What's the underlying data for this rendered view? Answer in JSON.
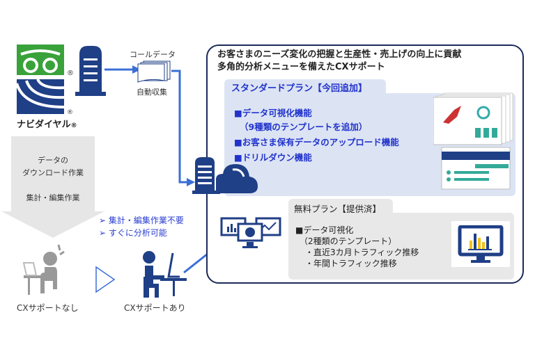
{
  "logo": {
    "brand_name": "ナビダイヤル",
    "registered_mark": "®"
  },
  "flow": {
    "call_data_label": "コールデータ",
    "auto_collect_label": "自動収集"
  },
  "manual_process": {
    "line1": "データの",
    "line2": "ダウンロード作業",
    "line3": "集計・編集作業"
  },
  "benefits": [
    "集計・編集作業不要",
    "すぐに分析可能"
  ],
  "personas": {
    "without": "CXサポートなし",
    "with": "CXサポートあり"
  },
  "cx_support": {
    "title_line1": "お客さまのニーズ変化の把握と生産性・売上げの向上に貢献",
    "title_line2": "多角的分析メニューを備えたCXサポート",
    "standard_plan": {
      "tab_label": "スタンダードプラン【今回追加】",
      "items": [
        "■データ可視化機能",
        "（9種類のテンプレートを追加）",
        "■お客さま保有データのアップロード機能",
        "■ドリルダウン機能"
      ]
    },
    "free_plan": {
      "tab_label": "無料プラン【提供済】",
      "items": [
        "■データ可視化",
        "（2種類のテンプレート）",
        "・直近3カ月トラフィック推移",
        "・年間トラフィック推移"
      ]
    }
  },
  "colors": {
    "navy": "#1f3f86",
    "accent_blue": "#3b6fd6",
    "green": "#3aa23a",
    "std_bg": "#dce4f4",
    "free_bg": "#e8e8e8",
    "grey_person": "#999999",
    "yellow": "#f2c21b"
  }
}
